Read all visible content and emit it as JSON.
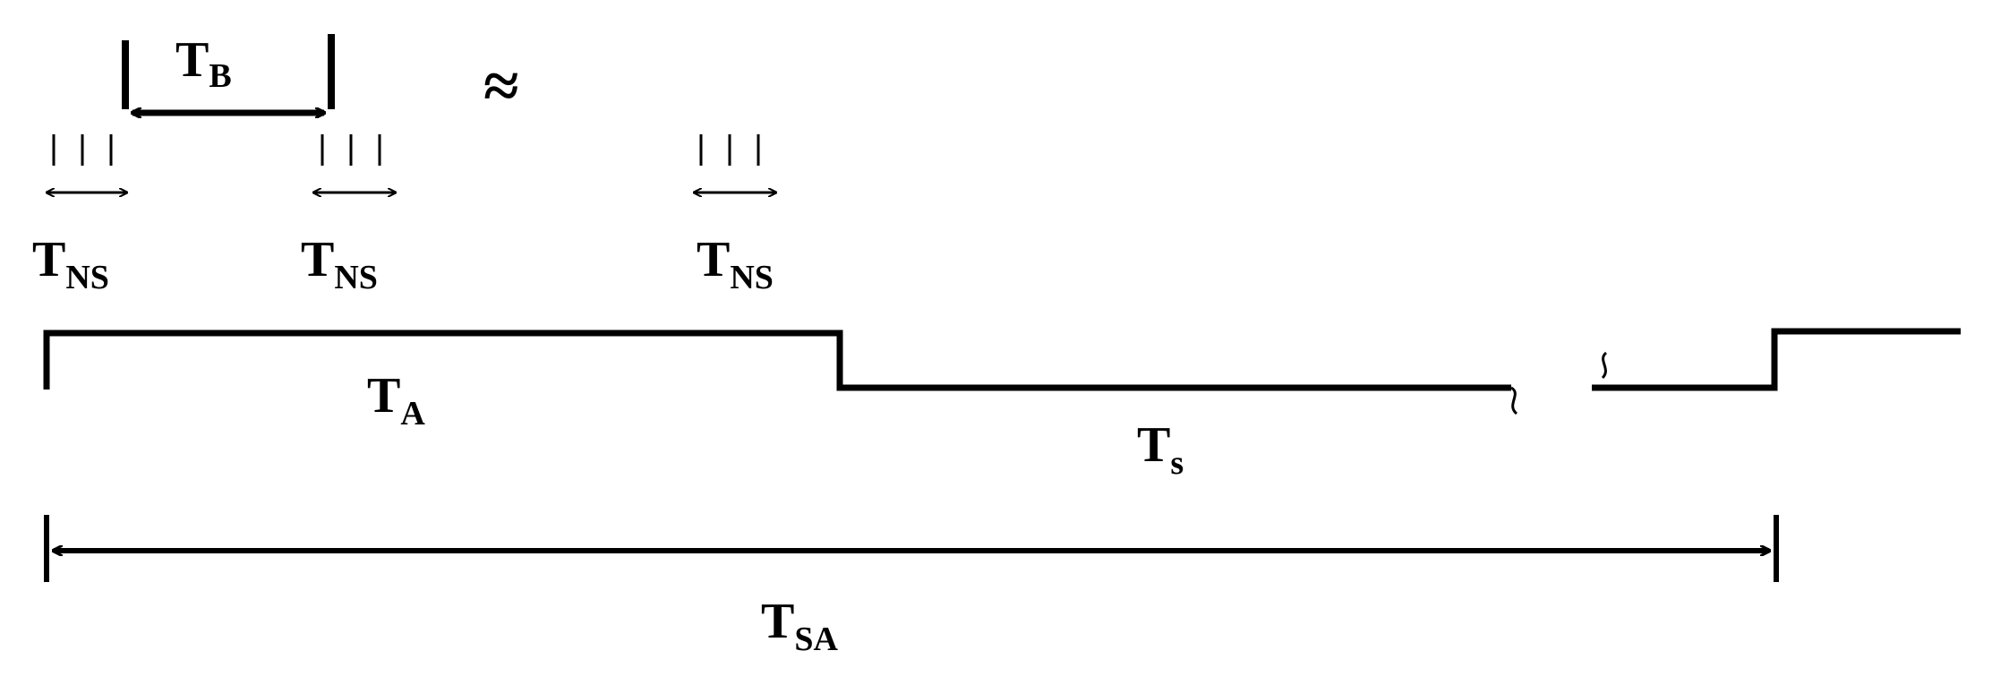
{
  "diagram": {
    "tb": {
      "main": "T",
      "sub": "B"
    },
    "tns": {
      "main": "T",
      "sub": "NS"
    },
    "ta": {
      "main": "T",
      "sub": "A"
    },
    "ts": {
      "main": "T",
      "sub": "s"
    },
    "tsa": {
      "main": "T",
      "sub": "SA"
    },
    "approx_symbol": "≈",
    "break_symbol": "~"
  }
}
